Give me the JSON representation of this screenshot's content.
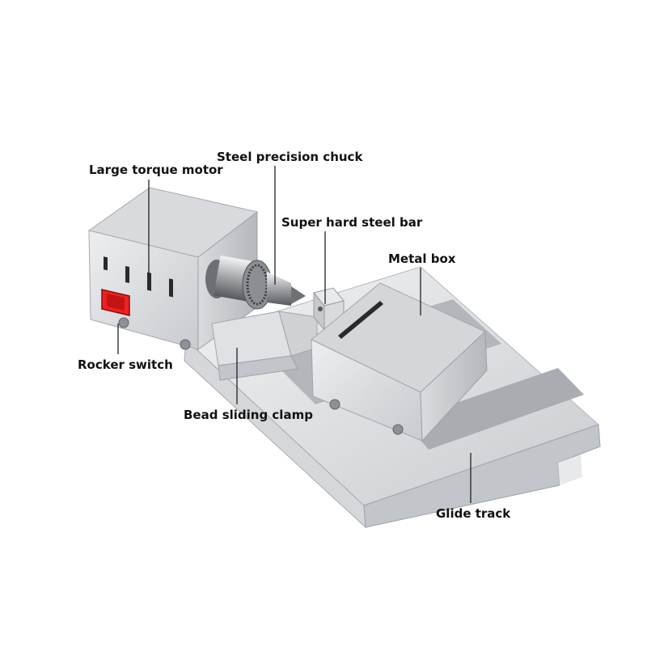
{
  "labels": {
    "large_torque_motor": "Large torque motor",
    "steel_precision_chuck": "Steel precision chuck",
    "super_hard_steel_bar": "Super hard steel bar",
    "metal_box": "Metal box",
    "rocker_switch": "Rocker switch",
    "bead_sliding_clamp": "Bead sliding clamp",
    "glide_track": "Glide track"
  },
  "colors": {
    "background": "#ffffff",
    "metal_light": "#e6e7e9",
    "metal_mid": "#c9cbce",
    "metal_dark": "#9ea1a6",
    "switch_red": "#e11a1a",
    "leader_line": "#222222"
  }
}
